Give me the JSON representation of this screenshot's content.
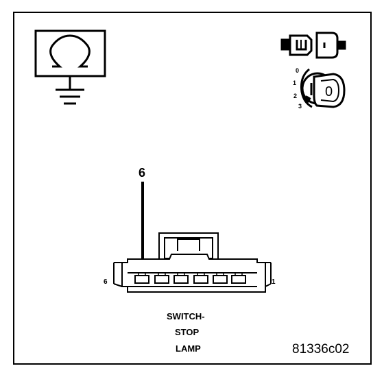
{
  "diagram": {
    "icons": {
      "ground_symbol": "ohmmeter-ground-icon",
      "connector_test": "connector-separated-icon",
      "ignition_key": "ignition-key-icon"
    },
    "ignition_positions": [
      "3",
      "2",
      "1",
      "0"
    ],
    "key_label": "0",
    "pin_callout": "6",
    "connector_pin_left": "6",
    "connector_pin_right": "1",
    "caption_lines": [
      "SWITCH-",
      "STOP",
      "LAMP"
    ],
    "figure_id": "81336c02"
  }
}
